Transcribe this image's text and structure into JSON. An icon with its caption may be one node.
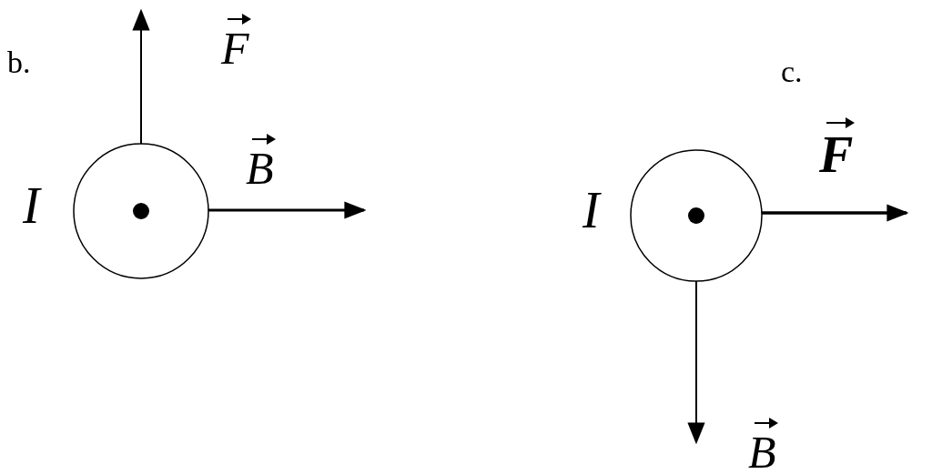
{
  "diagram": {
    "labels": [
      "F",
      "b.",
      "c.",
      "F",
      "B",
      "I",
      "I",
      "B"
    ]
  }
}
